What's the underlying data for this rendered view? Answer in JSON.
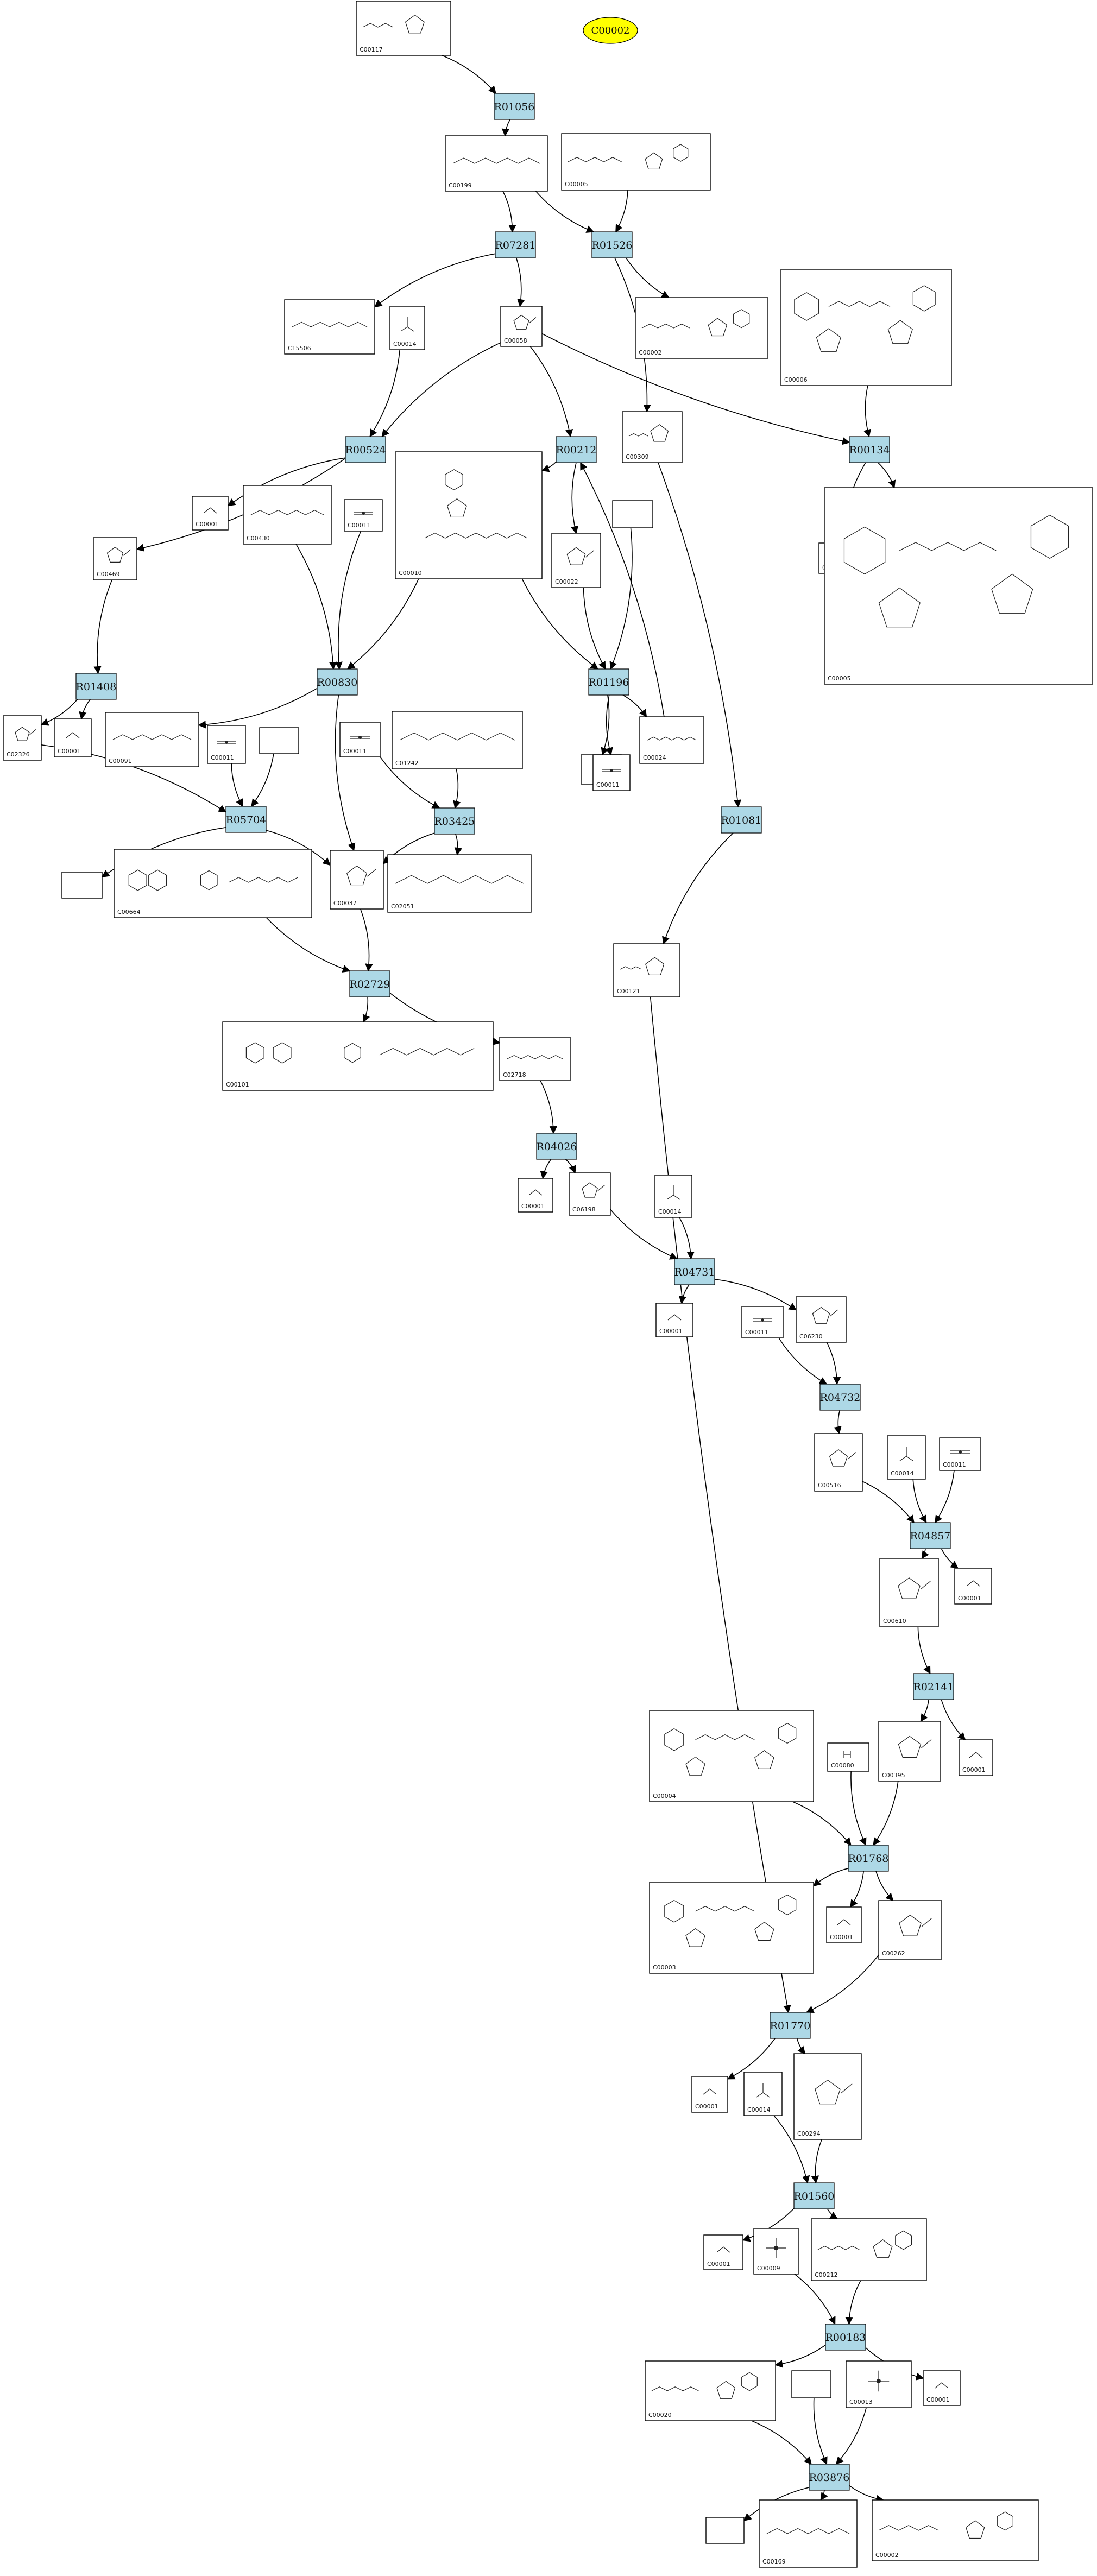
{
  "title_node": {
    "label": "C00002",
    "color": "#ffff00"
  },
  "colors": {
    "reaction": "#add8e6",
    "title": "#ffff00"
  },
  "reactions": [
    {
      "id": "R01056",
      "label": "R01056"
    },
    {
      "id": "R07281",
      "label": "R07281"
    },
    {
      "id": "R01526",
      "label": "R01526"
    },
    {
      "id": "R00524",
      "label": "R00524"
    },
    {
      "id": "R00212",
      "label": "R00212"
    },
    {
      "id": "R00134",
      "label": "R00134"
    },
    {
      "id": "R01408",
      "label": "R01408"
    },
    {
      "id": "R00830",
      "label": "R00830"
    },
    {
      "id": "R01196",
      "label": "R01196"
    },
    {
      "id": "R05704",
      "label": "R05704"
    },
    {
      "id": "R03425",
      "label": "R03425"
    },
    {
      "id": "R01081",
      "label": "R01081"
    },
    {
      "id": "R02729",
      "label": "R02729"
    },
    {
      "id": "R04026",
      "label": "R04026"
    },
    {
      "id": "R04731",
      "label": "R04731"
    },
    {
      "id": "R04732",
      "label": "R04732"
    },
    {
      "id": "R04857",
      "label": "R04857"
    },
    {
      "id": "R02141",
      "label": "R02141"
    },
    {
      "id": "R01768",
      "label": "R01768"
    },
    {
      "id": "R01770",
      "label": "R01770"
    },
    {
      "id": "R01560",
      "label": "R01560"
    },
    {
      "id": "R00183",
      "label": "R00183"
    },
    {
      "id": "R03876",
      "label": "R03876"
    }
  ],
  "compounds": [
    {
      "id": "c00117",
      "label": "C00117"
    },
    {
      "id": "c00199",
      "label": "C00199"
    },
    {
      "id": "c00005a",
      "label": "C00005"
    },
    {
      "id": "c15506",
      "label": "C15506"
    },
    {
      "id": "c00014a",
      "label": "C00014"
    },
    {
      "id": "c00058",
      "label": "C00058"
    },
    {
      "id": "c00002a",
      "label": "C00002"
    },
    {
      "id": "c00006",
      "label": "C00006"
    },
    {
      "id": "c00001a",
      "label": "C00001"
    },
    {
      "id": "c00469",
      "label": "C00469"
    },
    {
      "id": "c00430",
      "label": "C00430"
    },
    {
      "id": "c00011a",
      "label": "C00011"
    },
    {
      "id": "c00010",
      "label": "C00010"
    },
    {
      "id": "c00022",
      "label": "C00022"
    },
    {
      "id": "blank1",
      "label": ""
    },
    {
      "id": "c00309",
      "label": "C00309"
    },
    {
      "id": "c00011b",
      "label": "C00011"
    },
    {
      "id": "c00005b",
      "label": "C00005"
    },
    {
      "id": "c02326",
      "label": "C02326"
    },
    {
      "id": "c00001b",
      "label": "C00001"
    },
    {
      "id": "c00091",
      "label": "C00091"
    },
    {
      "id": "c00011c",
      "label": "C00011"
    },
    {
      "id": "blank2",
      "label": ""
    },
    {
      "id": "c00011d",
      "label": "C00011"
    },
    {
      "id": "c01242",
      "label": "C01242"
    },
    {
      "id": "blank3",
      "label": ""
    },
    {
      "id": "c00011e",
      "label": "C00011"
    },
    {
      "id": "c00024",
      "label": "C00024"
    },
    {
      "id": "blank4",
      "label": ""
    },
    {
      "id": "c00664",
      "label": "C00664"
    },
    {
      "id": "c00037",
      "label": "C00037"
    },
    {
      "id": "c02051",
      "label": "C02051"
    },
    {
      "id": "c00121",
      "label": "C00121"
    },
    {
      "id": "c00101",
      "label": "C00101"
    },
    {
      "id": "c02718",
      "label": "C02718"
    },
    {
      "id": "c00001c",
      "label": "C00001"
    },
    {
      "id": "c06198",
      "label": "C06198"
    },
    {
      "id": "c00014b",
      "label": "C00014"
    },
    {
      "id": "c00001d",
      "label": "C00001"
    },
    {
      "id": "c00011f",
      "label": "C00011"
    },
    {
      "id": "c06230",
      "label": "C06230"
    },
    {
      "id": "c00516",
      "label": "C00516"
    },
    {
      "id": "c00014c",
      "label": "C00014"
    },
    {
      "id": "c00011g",
      "label": "C00011"
    },
    {
      "id": "c00001e",
      "label": "C00001"
    },
    {
      "id": "c00610",
      "label": "C00610"
    },
    {
      "id": "c00001f",
      "label": "C00001"
    },
    {
      "id": "c00004",
      "label": "C00004"
    },
    {
      "id": "c00080",
      "label": "C00080"
    },
    {
      "id": "c00395",
      "label": "C00395"
    },
    {
      "id": "c00003",
      "label": "C00003"
    },
    {
      "id": "c00001g",
      "label": "C00001"
    },
    {
      "id": "c00262",
      "label": "C00262"
    },
    {
      "id": "c00001h",
      "label": "C00001"
    },
    {
      "id": "c00014d",
      "label": "C00014"
    },
    {
      "id": "c00294",
      "label": "C00294"
    },
    {
      "id": "c00001i",
      "label": "C00001"
    },
    {
      "id": "c00009",
      "label": "C00009"
    },
    {
      "id": "c00212",
      "label": "C00212"
    },
    {
      "id": "c00020",
      "label": "C00020"
    },
    {
      "id": "blank5",
      "label": ""
    },
    {
      "id": "c00013",
      "label": "C00013"
    },
    {
      "id": "c00001j",
      "label": "C00001"
    },
    {
      "id": "blank6",
      "label": ""
    },
    {
      "id": "c00169",
      "label": "C00169"
    },
    {
      "id": "c00002b",
      "label": "C00002"
    }
  ]
}
